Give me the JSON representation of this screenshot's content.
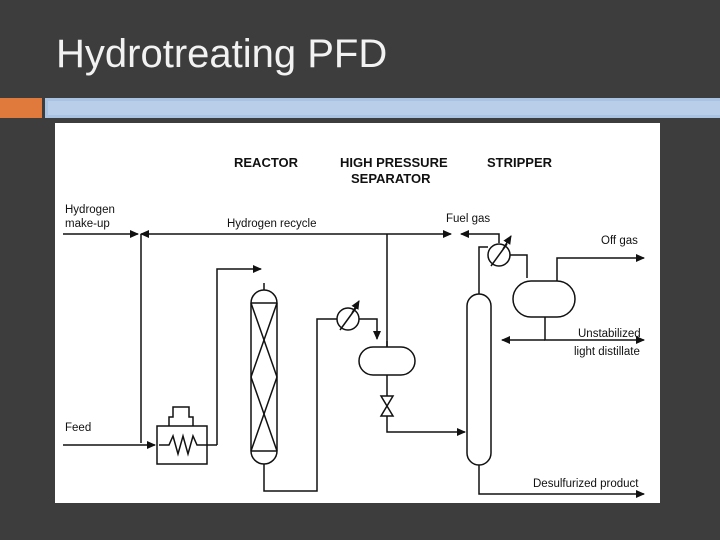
{
  "slide": {
    "title": "Hydrotreating PFD"
  },
  "diagram": {
    "headers": {
      "reactor": "REACTOR",
      "hp_separator_line1": "HIGH PRESSURE",
      "hp_separator_line2": "SEPARATOR",
      "stripper": "STRIPPER"
    },
    "labels": {
      "hydrogen_makeup_line1": "Hydrogen",
      "hydrogen_makeup_line2": "make-up",
      "hydrogen_recycle": "Hydrogen recycle",
      "fuel_gas": "Fuel gas",
      "off_gas": "Off gas",
      "unstabilized_line1": "Unstabilized",
      "unstabilized_line2": "light distillate",
      "feed": "Feed",
      "desulfurized_product": "Desulfurized product"
    }
  },
  "colors": {
    "background": "#3d3d3d",
    "accent_orange": "#e0793c",
    "accent_blue": "#a9c3e2",
    "line": "#111111"
  }
}
